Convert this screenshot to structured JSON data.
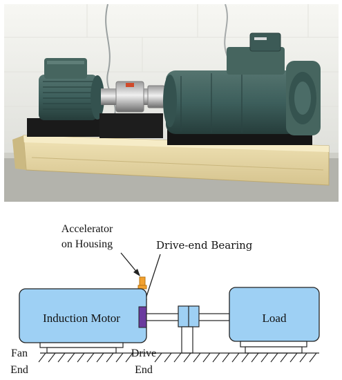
{
  "diagram": {
    "labels": {
      "accelerator_line1": "Accelerator",
      "accelerator_line2": "on Housing",
      "drive_end_bearing": "Drive-end Bearing",
      "induction_motor": "Induction Motor",
      "load": "Load",
      "fan_end_line1": "Fan",
      "fan_end_line2": "End",
      "drive_end_line1": "Drive",
      "drive_end_line2": "End"
    },
    "colors": {
      "component_fill": "#9ed0f4",
      "bearing_fill": "#6a3a9e",
      "accelerometer_fill": "#f3a12e",
      "line": "#222222"
    }
  },
  "photo": {
    "subject": "motor test rig on wooden base",
    "colors": {
      "motor": "#3d5f5c",
      "base_wood": "#e8d9a8",
      "wall": "#f4f4f0",
      "floor": "#b3b3ac"
    }
  }
}
